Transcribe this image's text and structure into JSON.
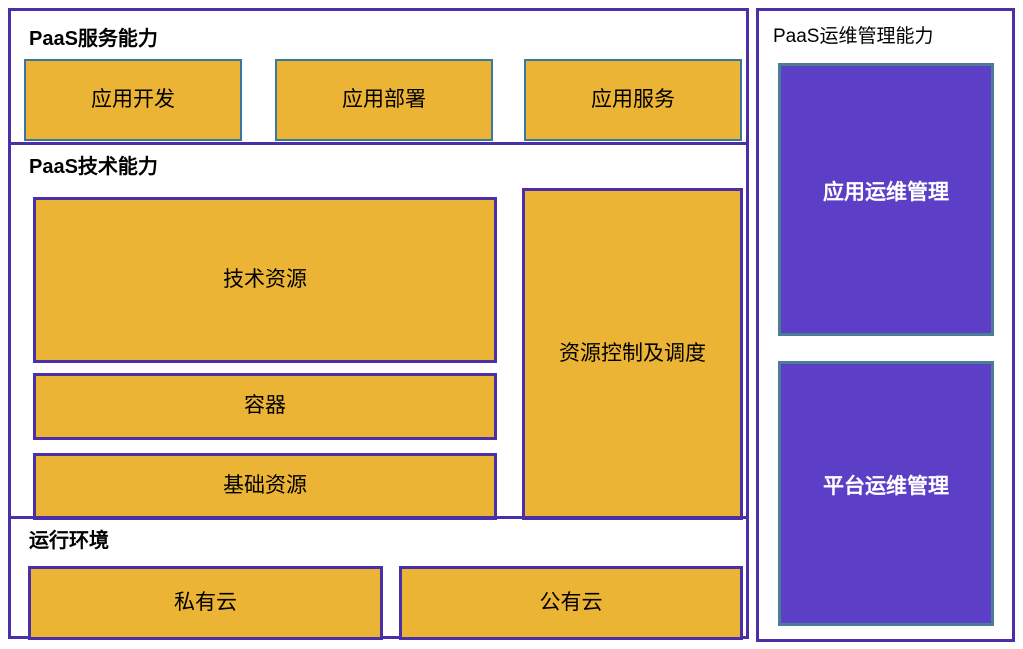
{
  "colors": {
    "gold_fill": "#EBB435",
    "purple_fill": "#5D3FC7",
    "purple_border": "#4B2FA8",
    "steel_border": "#3A76A3",
    "text_dark": "#000000",
    "text_light": "#FFFFFF",
    "background": "#FFFFFF"
  },
  "left_panel": {
    "sections": [
      {
        "id": "paas-service",
        "title": "PaaS服务能力",
        "boxes": [
          {
            "label": "应用开发"
          },
          {
            "label": "应用部署"
          },
          {
            "label": "应用服务"
          }
        ]
      },
      {
        "id": "paas-tech",
        "title": "PaaS技术能力",
        "boxes": [
          {
            "label": "技术资源"
          },
          {
            "label": "容器"
          },
          {
            "label": "基础资源"
          },
          {
            "label": "资源控制及调度"
          }
        ]
      },
      {
        "id": "runtime-env",
        "title": "运行环境",
        "boxes": [
          {
            "label": "私有云"
          },
          {
            "label": "公有云"
          }
        ]
      }
    ]
  },
  "right_panel": {
    "title": "PaaS运维管理能力",
    "boxes": [
      {
        "label": "应用运维管理"
      },
      {
        "label": "平台运维管理"
      }
    ]
  }
}
